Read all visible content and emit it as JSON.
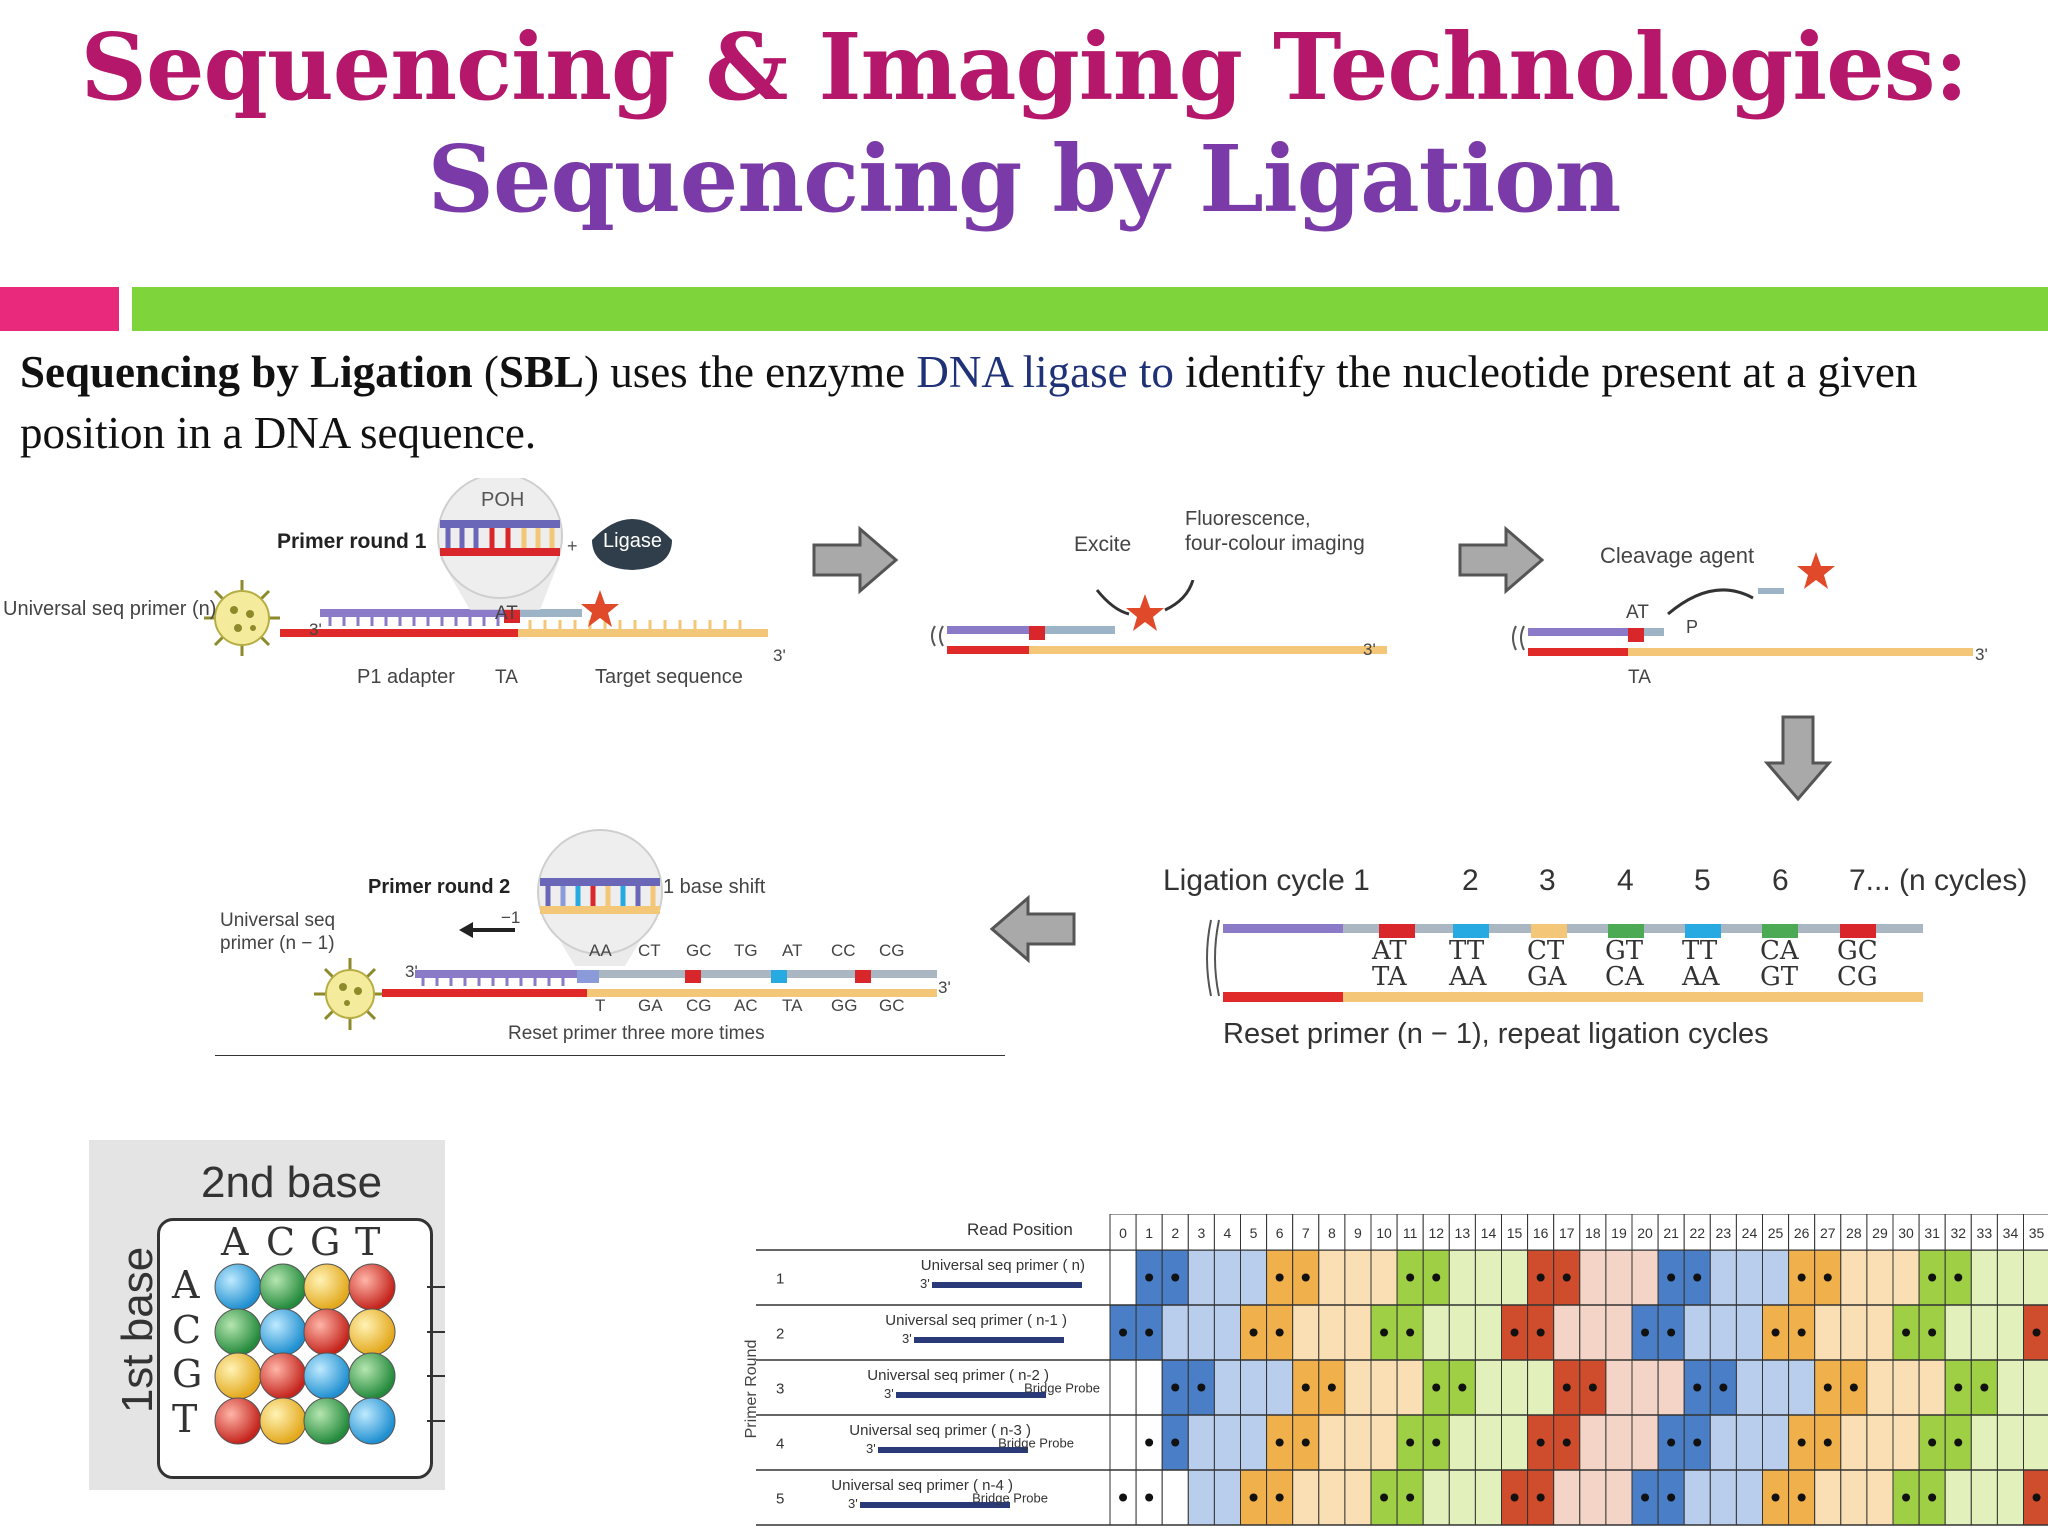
{
  "title": {
    "line1": "Sequencing & Imaging Technologies:",
    "line2": "Sequencing by Ligation"
  },
  "colors": {
    "title1": "#b5176a",
    "title2": "#7a3aa8",
    "accent_pink": "#e8297c",
    "accent_green": "#7ed43b",
    "ligase_text": "#1f3278"
  },
  "intro": {
    "bold_term": "Sequencing by Ligation",
    "abbr_open": " (",
    "abbr": "SBL",
    "abbr_close": ")",
    "text_a": " uses the enzyme ",
    "ligase": "DNA ligase to",
    "text_b": " identify the nucleotide present at a given position in a DNA sequence."
  },
  "step1": {
    "poh": "POH",
    "primer_round": "Primer round 1",
    "plus": "+",
    "ligase_badge": "Ligase",
    "universal_primer": "Universal seq primer (n)",
    "at": "AT",
    "ta": "TA",
    "three_prime_left": "3'",
    "three_prime_right": "3'",
    "p1_adapter": "P1 adapter",
    "target_sequence": "Target sequence"
  },
  "step2": {
    "excite": "Excite",
    "fluorescence": "Fluorescence,",
    "imaging": "four-colour imaging",
    "three_prime": "3'"
  },
  "step3": {
    "cleavage": "Cleavage agent",
    "at": "AT",
    "p": "P",
    "ta": "TA",
    "three_prime": "3'"
  },
  "step4": {
    "ligation_cycle": "Ligation cycle 1",
    "cycles": [
      "2",
      "3",
      "4",
      "5",
      "6"
    ],
    "last_cycle": "7... (n cycles)",
    "top_pairs": [
      "AT",
      "TT",
      "CT",
      "GT",
      "TT",
      "CA",
      "GC"
    ],
    "bottom_pairs": [
      "TA",
      "AA",
      "GA",
      "CA",
      "AA",
      "GT",
      "CG"
    ],
    "reset": "Reset primer (n − 1), repeat ligation cycles"
  },
  "step5": {
    "primer_round": "Primer round 2",
    "base_shift": "1 base shift",
    "universal_primer_l1": "Universal seq",
    "universal_primer_l2": "primer (n − 1)",
    "minus_one": "−1",
    "top_pairs": [
      "AA",
      "CT",
      "GC",
      "TG",
      "AT",
      "CC",
      "CG"
    ],
    "bottom_pairs": [
      "T",
      "GA",
      "CG",
      "AC",
      "TA",
      "GG",
      "GC"
    ],
    "three_prime_left": "3'",
    "three_prime_right": "3'",
    "reset": "Reset primer three more times"
  },
  "matrix": {
    "second_base": "2nd base",
    "first_base": "1st base",
    "cols": [
      "A",
      "C",
      "G",
      "T"
    ],
    "rows": [
      "A",
      "C",
      "G",
      "T"
    ],
    "colors": {
      "blue": "#2fa8e0",
      "green": "#2e9e4c",
      "yellow": "#f2c230",
      "red": "#d93228"
    }
  },
  "table": {
    "read_position": "Read Position",
    "primer_round": "Primer Round",
    "positions": [
      "0",
      "1",
      "2",
      "3",
      "4",
      "5",
      "6",
      "7",
      "8",
      "9",
      "10",
      "11",
      "12",
      "13",
      "14",
      "15",
      "16",
      "17",
      "18",
      "19",
      "20",
      "21",
      "22",
      "23",
      "24",
      "25",
      "26",
      "27",
      "28",
      "29",
      "30",
      "31",
      "32",
      "33",
      "34",
      "35"
    ],
    "rows": [
      {
        "round": "1",
        "primer": "Universal seq primer ( n)",
        "bridge": ""
      },
      {
        "round": "2",
        "primer": "Universal seq primer ( n-1 )",
        "bridge": ""
      },
      {
        "round": "3",
        "primer": "Universal seq primer ( n-2 )",
        "bridge": "Bridge Probe"
      },
      {
        "round": "4",
        "primer": "Universal seq primer ( n-3 )",
        "bridge": "Bridge Probe"
      },
      {
        "round": "5",
        "primer": "Universal seq primer ( n-4 )",
        "bridge": "Bridge Probe"
      }
    ],
    "three_prime": "3'"
  }
}
